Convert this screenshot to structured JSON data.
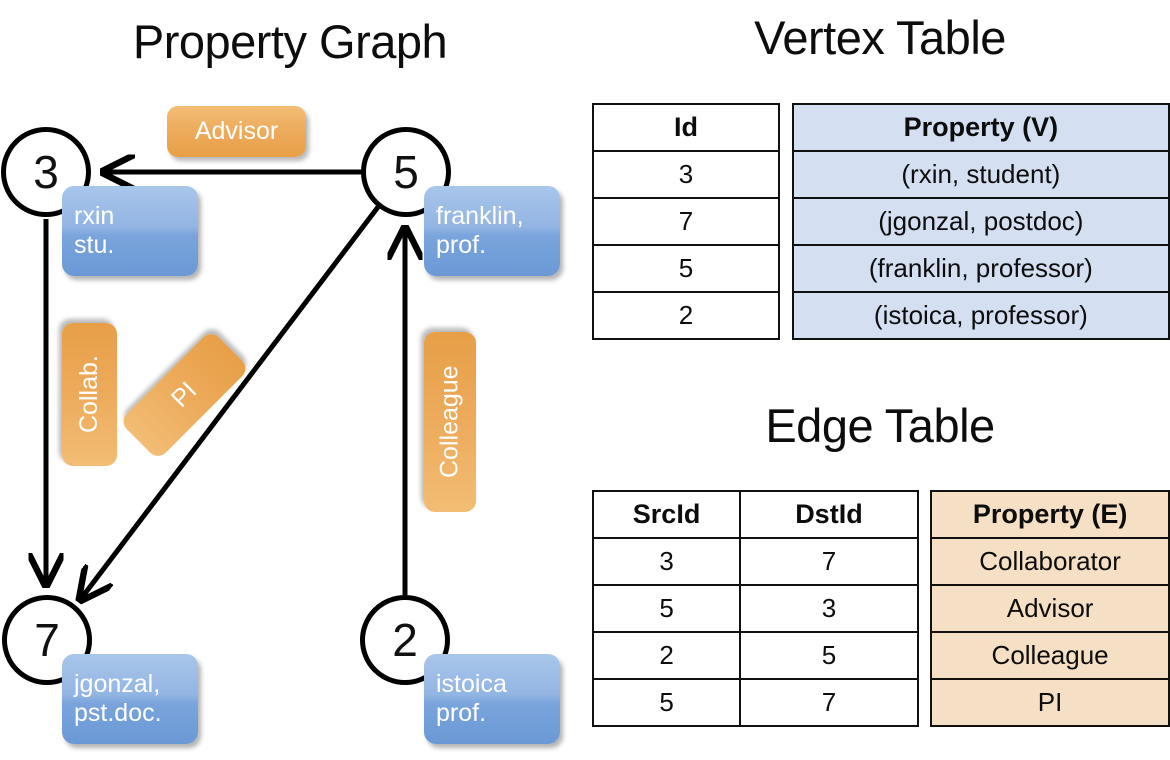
{
  "titles": {
    "property_graph": "Property Graph",
    "vertex_table": "Vertex Table",
    "edge_table": "Edge Table"
  },
  "colors": {
    "vertex_property_fill": "#d4e0f2",
    "edge_property_fill": "#f5dfc5",
    "node_box_blue": "#7aa4db",
    "edge_label_orange": "#edab5c",
    "stroke": "#000000"
  },
  "graph": {
    "nodes": [
      {
        "id": "3",
        "property_line1": "rxin",
        "property_line2": "stu."
      },
      {
        "id": "5",
        "property_line1": "franklin,",
        "property_line2": "prof."
      },
      {
        "id": "7",
        "property_line1": "jgonzal,",
        "property_line2": "pst.doc."
      },
      {
        "id": "2",
        "property_line1": "istoica",
        "property_line2": "prof."
      }
    ],
    "edge_labels": [
      {
        "name": "advisor-label",
        "text": "Advisor",
        "orientation": "horizontal"
      },
      {
        "name": "collab-label",
        "text": "Collab.",
        "orientation": "vertical"
      },
      {
        "name": "pi-label",
        "text": "PI",
        "orientation": "vertical-rotated"
      },
      {
        "name": "colleague-label",
        "text": "Colleague",
        "orientation": "vertical"
      }
    ],
    "edges": [
      {
        "src": "5",
        "dst": "3",
        "label": "Advisor"
      },
      {
        "src": "3",
        "dst": "7",
        "label": "Collab."
      },
      {
        "src": "5",
        "dst": "7",
        "label": "PI"
      },
      {
        "src": "2",
        "dst": "5",
        "label": "Colleague"
      }
    ]
  },
  "vertex_table": {
    "headers": [
      "Id",
      "Property (V)"
    ],
    "rows": [
      {
        "id": "3",
        "property": "(rxin, student)"
      },
      {
        "id": "7",
        "property": "(jgonzal, postdoc)"
      },
      {
        "id": "5",
        "property": "(franklin, professor)"
      },
      {
        "id": "2",
        "property": "(istoica, professor)"
      }
    ]
  },
  "edge_table": {
    "headers": [
      "SrcId",
      "DstId",
      "Property (E)"
    ],
    "rows": [
      {
        "src": "3",
        "dst": "7",
        "property": "Collaborator"
      },
      {
        "src": "5",
        "dst": "3",
        "property": "Advisor"
      },
      {
        "src": "2",
        "dst": "5",
        "property": "Colleague"
      },
      {
        "src": "5",
        "dst": "7",
        "property": "PI"
      }
    ]
  }
}
